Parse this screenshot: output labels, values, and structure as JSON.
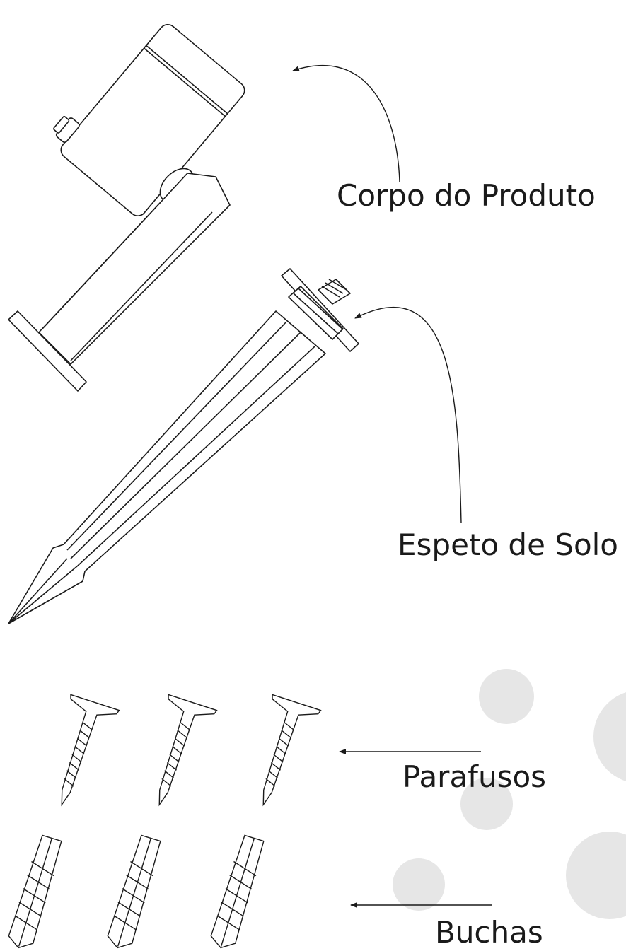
{
  "labels": {
    "body": "Corpo do Produto",
    "spike": "Espeto de Solo",
    "screws": "Parafusos",
    "anchors": "Buchas"
  },
  "colors": {
    "line": "#1a1a1a",
    "background": "#ffffff",
    "decor_circle": "#e6e6e6"
  },
  "counts": {
    "screws": 3,
    "anchors": 3
  }
}
